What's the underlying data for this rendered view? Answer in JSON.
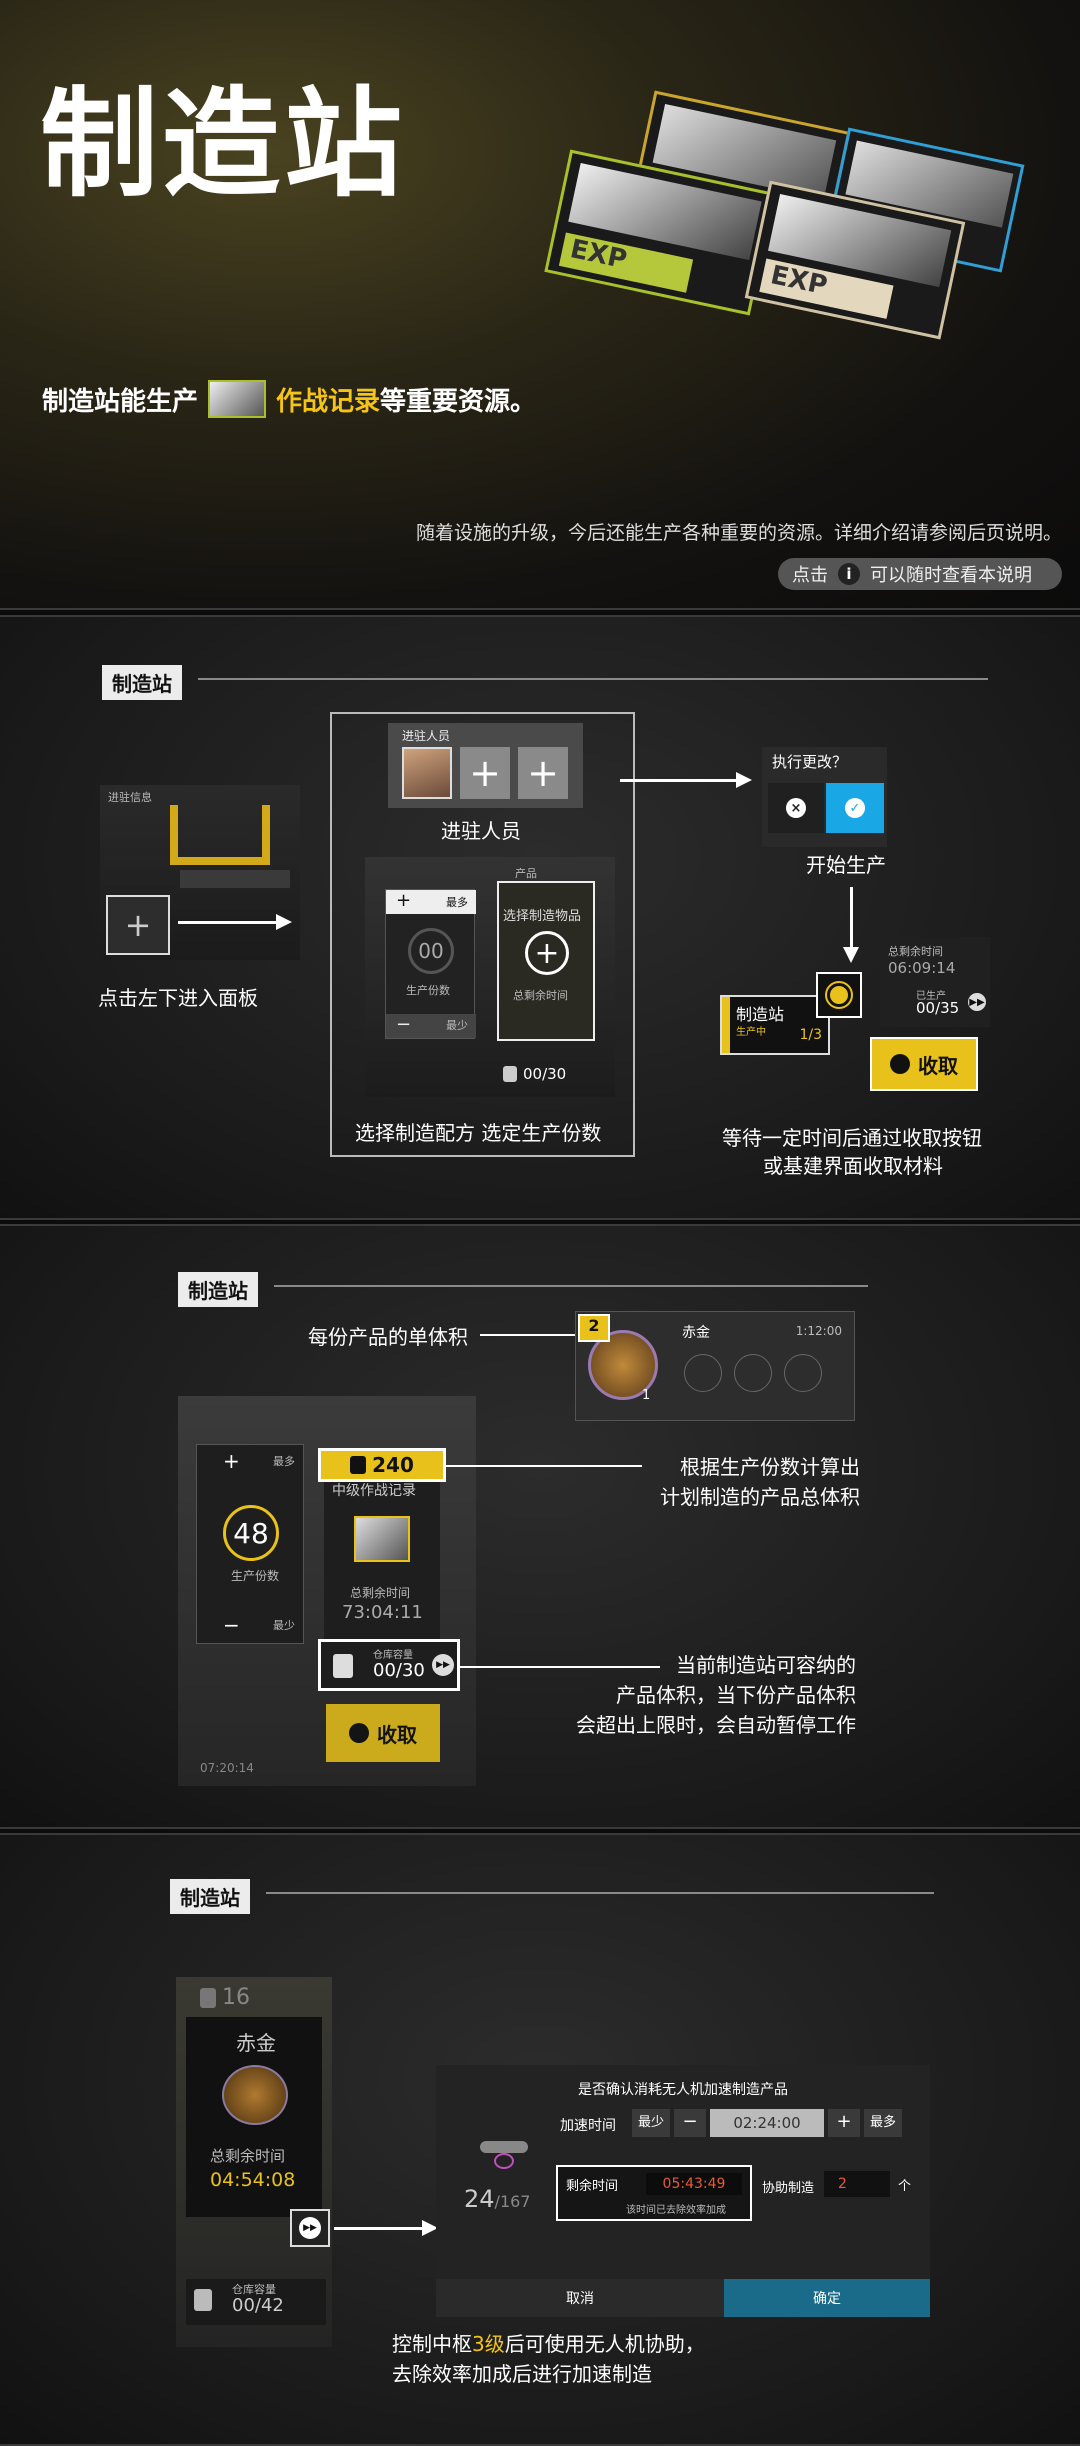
{
  "hero": {
    "title": "制造站",
    "desc_prefix": "制造站能生产",
    "desc_highlight": "作战记录",
    "desc_suffix": "等重要资源。",
    "note": "随着设施的升级，今后还能生产各种重要的资源。详细介绍请参阅后页说明。",
    "hint_click": "点击",
    "hint_text": "可以随时查看本说明",
    "card_label": "EXP"
  },
  "section1": {
    "tag": "制造站",
    "panel_header": "进驻信息",
    "enter_caption": "点击左下进入面板",
    "staff_header": "进驻人员",
    "staff_caption": "进驻人员",
    "recipe_caption": "选择制造配方 选定生产份数",
    "count_value": "00",
    "count_label": "生产份数",
    "max_label": "最多",
    "min_label": "最少",
    "product_header": "产品",
    "select_product": "选择制造物品",
    "remaining_time_label": "总剩余时间",
    "capacity_small": "00/30",
    "confirm_title": "执行更改？",
    "start_caption": "开始生产",
    "station_name": "制造站",
    "station_status": "生产中",
    "station_count": "1/3",
    "produced_label": "已生产",
    "produced_value": "00/35",
    "remaining_label": "总剩余时间",
    "remaining_value": "06:09:14",
    "collect_label": "收取",
    "wait_caption_1": "等待一定时间后通过收取按钮",
    "wait_caption_2": "或基建界面收取材料"
  },
  "section2": {
    "tag": "制造站",
    "unit_caption": "每份产品的单体积",
    "product_name": "赤金",
    "product_time": "1:12:00",
    "product_qty": "1",
    "volume_value": "240",
    "volume_caption_1": "根据生产份数计算出",
    "volume_caption_2": "计划制造的产品总体积",
    "count_value": "48",
    "count_label": "生产份数",
    "max_label": "最多",
    "min_label": "最少",
    "product_title": "中级作战记录",
    "remaining_label": "总剩余时间",
    "remaining_value": "73:04:11",
    "capacity_label": "仓库容量",
    "capacity_value": "00/30",
    "capacity_caption_1": "当前制造站可容纳的",
    "capacity_caption_2": "产品体积，当下份产品体积",
    "capacity_caption_3": "会超出上限时，会自动暂停工作",
    "collect_label": "收取",
    "clock_value": "07:20:14"
  },
  "section3": {
    "tag": "制造站",
    "stack_value": "16",
    "product_name": "赤金",
    "remaining_label": "总剩余时间",
    "remaining_value": "04:54:08",
    "capacity_label": "仓库容量",
    "capacity_value": "00/42",
    "dialog_title": "是否确认消耗无人机加速制造产品",
    "accel_label": "加速时间",
    "min_btn": "最少",
    "minus_btn": "−",
    "accel_value": "02:24:00",
    "plus_btn": "+",
    "max_btn": "最多",
    "drone_current": "24",
    "drone_total": "/167",
    "remain_label": "剩余时间",
    "remain_value": "05:43:49",
    "remain_note": "该时间已去除效率加成",
    "assist_label": "协助制造",
    "assist_value": "2",
    "assist_unit": "个",
    "cancel_btn": "取消",
    "confirm_btn": "确定",
    "caption_1a": "控制中枢",
    "caption_1b": "3级",
    "caption_1c": "后可使用无人机协助，",
    "caption_2": "去除效率加成后进行加速制造"
  }
}
